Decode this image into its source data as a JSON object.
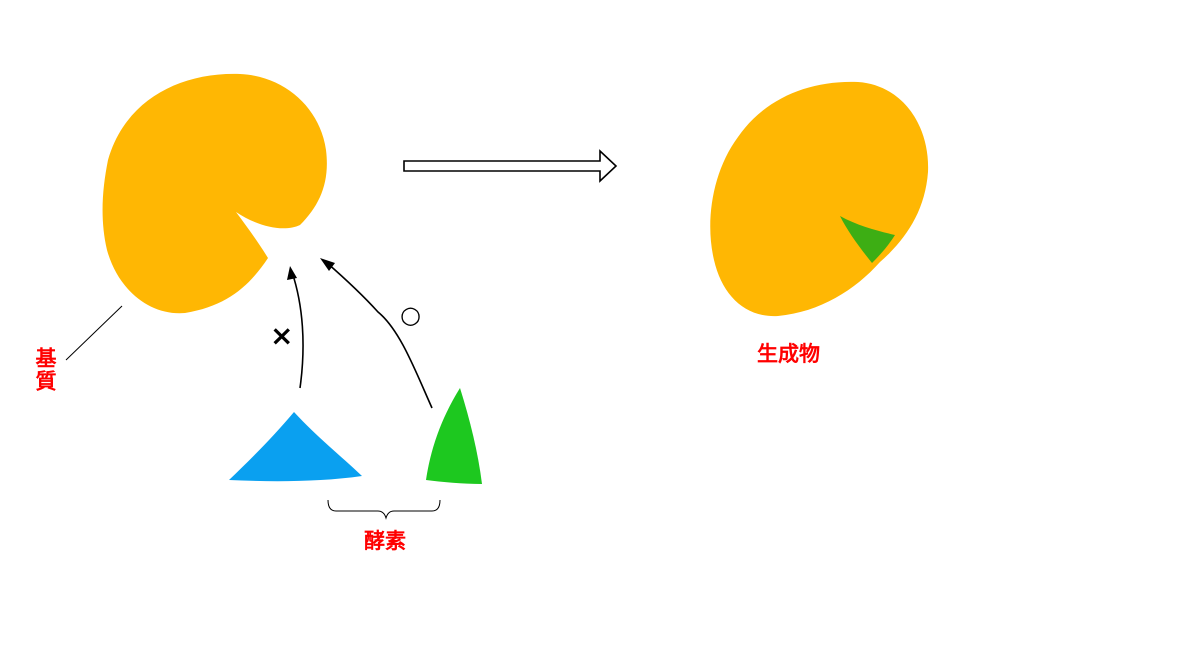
{
  "colors": {
    "substrate": "#FFB703",
    "enzyme_blue": "#0AA0F0",
    "enzyme_green": "#1DC81F",
    "bound_enzyme": "#3DAE14",
    "label": "#FF0000",
    "line": "#000000"
  },
  "labels": {
    "substrate": "基質",
    "enzyme": "酵素",
    "product": "生成物"
  },
  "marks": {
    "no_match": "×",
    "match": "○"
  },
  "icons": {
    "reaction_arrow": "right-hollow-arrow"
  }
}
